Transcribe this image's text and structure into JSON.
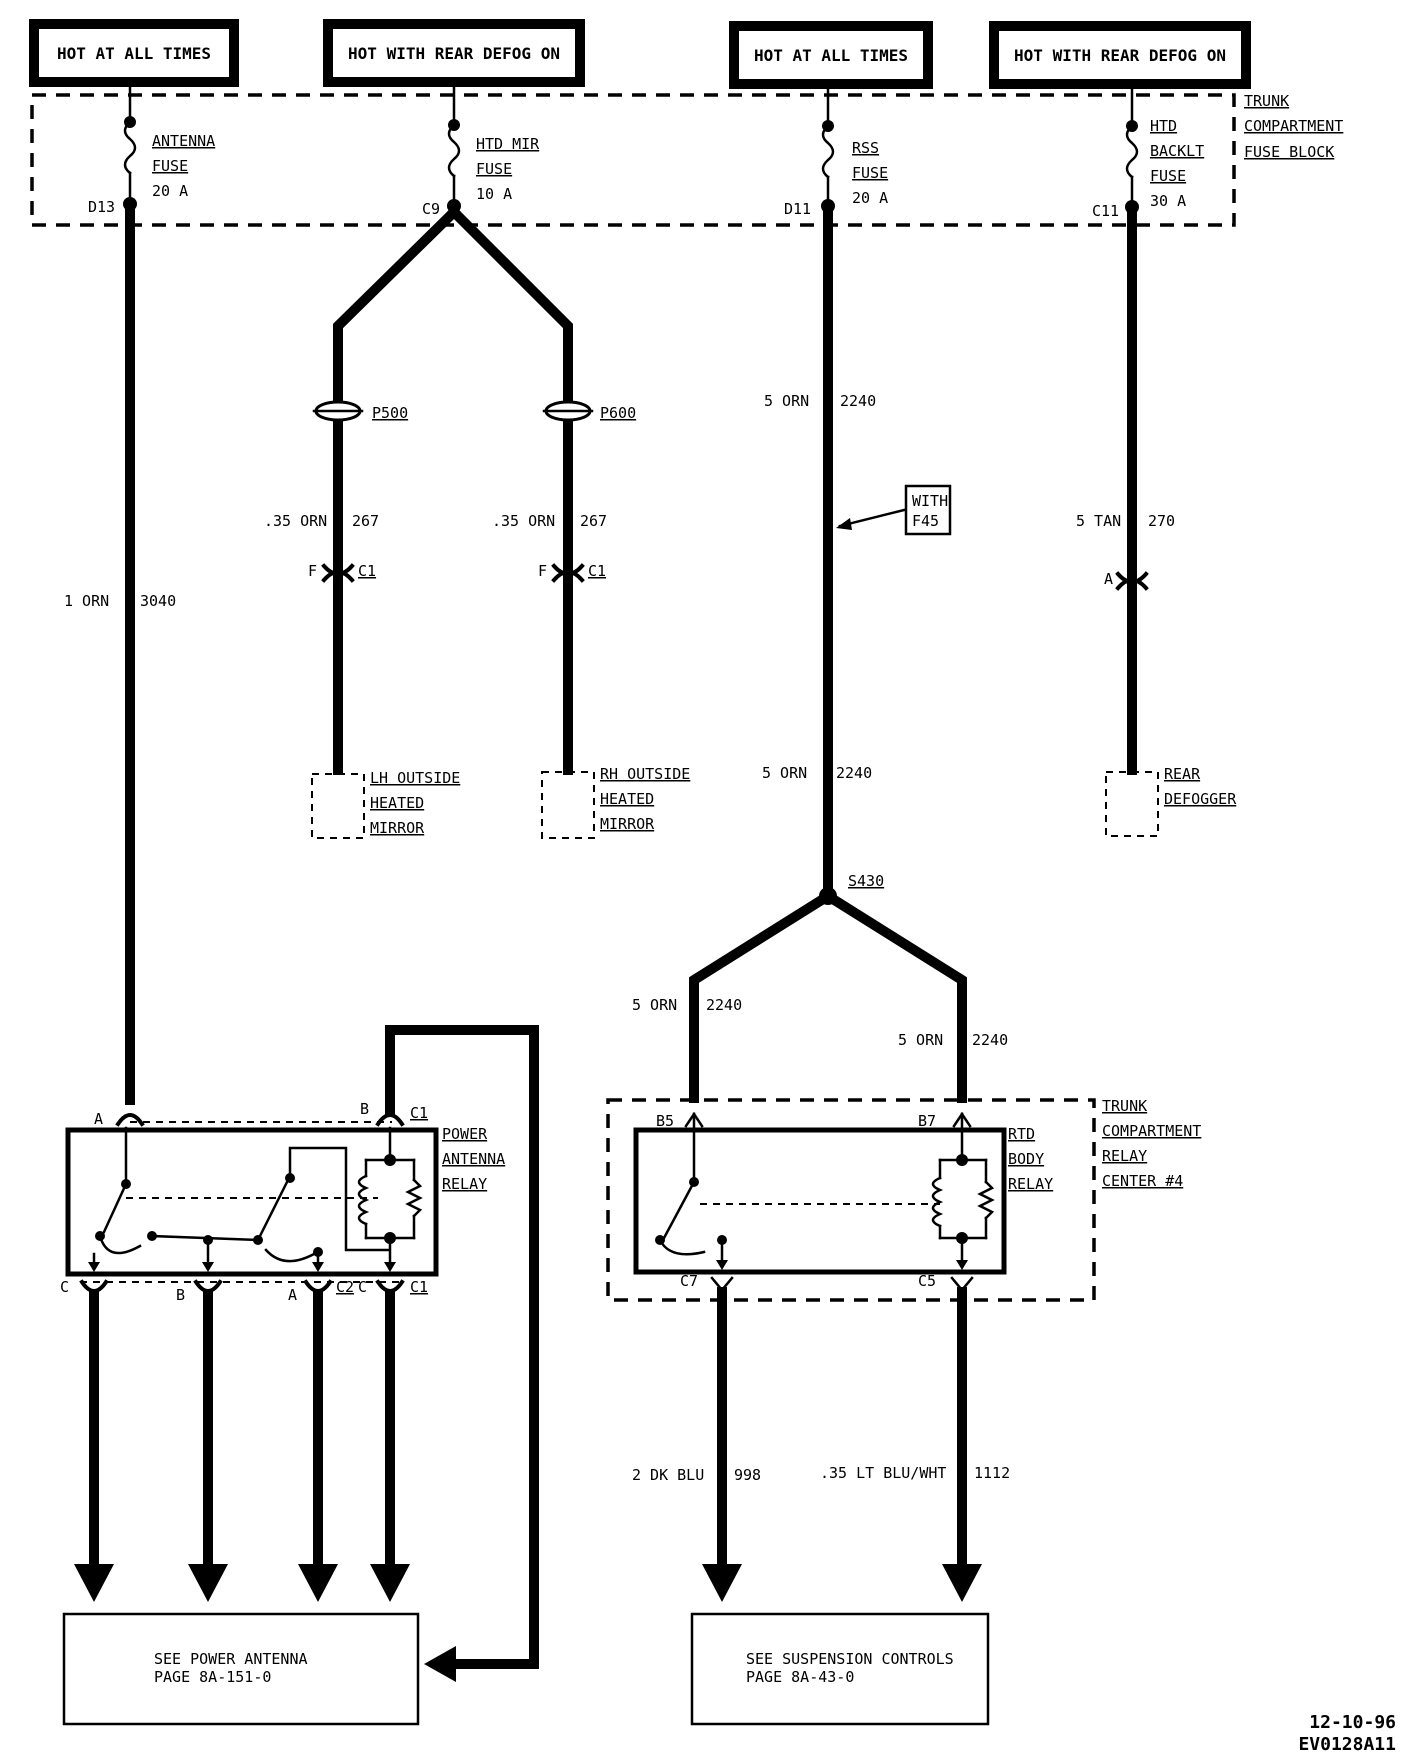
{
  "headers": {
    "h1": "HOT AT ALL TIMES",
    "h2": "HOT WITH REAR DEFOG ON",
    "h3": "HOT AT ALL TIMES",
    "h4": "HOT WITH REAR DEFOG ON"
  },
  "fuse_block": [
    "TRUNK",
    "COMPARTMENT",
    "FUSE BLOCK"
  ],
  "fuses": {
    "antenna": {
      "l1": "ANTENNA",
      "l2": "FUSE",
      "amp": "20 A",
      "term": "D13"
    },
    "htd_mir": {
      "l1": "HTD MIR",
      "l2": "FUSE",
      "amp": "10 A",
      "term": "C9"
    },
    "rss": {
      "l1": "RSS",
      "l2": "FUSE",
      "amp": "20 A",
      "term": "D11"
    },
    "htd_backlt": {
      "l1": "HTD",
      "l2": "BACKLT",
      "l3": "FUSE",
      "amp": "30 A",
      "term": "C11"
    }
  },
  "wires": {
    "w3040": {
      "size": "1 ORN",
      "circuit": "3040"
    },
    "w267a": {
      "size": ".35 ORN",
      "circuit": "267"
    },
    "w267b": {
      "size": ".35 ORN",
      "circuit": "267"
    },
    "w2240a": {
      "size": "5 ORN",
      "circuit": "2240"
    },
    "w2240b": {
      "size": "5 ORN",
      "circuit": "2240"
    },
    "w2240c": {
      "size": "5 ORN",
      "circuit": "2240"
    },
    "w2240d": {
      "size": "5 ORN",
      "circuit": "2240"
    },
    "w270": {
      "size": "5 TAN",
      "circuit": "270"
    },
    "w998": {
      "size": "2 DK BLU",
      "circuit": "998"
    },
    "w1112": {
      "size": ".35 LT BLU/WHT",
      "circuit": "1112"
    }
  },
  "connectors": {
    "p500": "P500",
    "p600": "P600",
    "f": "F",
    "c1": "C1",
    "a": "A",
    "b": "B",
    "c": "C",
    "c2": "C2",
    "b5": "B5",
    "b7": "B7",
    "c7": "C7",
    "c5": "C5"
  },
  "splice": "S430",
  "with_f45": [
    "WITH",
    "F45"
  ],
  "components": {
    "lh_mirror": [
      "LH OUTSIDE",
      "HEATED",
      "MIRROR"
    ],
    "rh_mirror": [
      "RH OUTSIDE",
      "HEATED",
      "MIRROR"
    ],
    "rear_defogger": [
      "REAR",
      "DEFOGGER"
    ],
    "power_antenna_relay": [
      "POWER",
      "ANTENNA",
      "RELAY"
    ],
    "rtd_body_relay": [
      "RTD",
      "BODY",
      "RELAY"
    ],
    "relay_center": [
      "TRUNK",
      "COMPARTMENT",
      "RELAY",
      "CENTER #4"
    ]
  },
  "refs": {
    "antenna": [
      "SEE POWER ANTENNA",
      "PAGE 8A-151-0"
    ],
    "suspension": [
      "SEE SUSPENSION CONTROLS",
      "PAGE 8A-43-0"
    ]
  },
  "stamp": [
    "12-10-96",
    "EV0128A11"
  ]
}
